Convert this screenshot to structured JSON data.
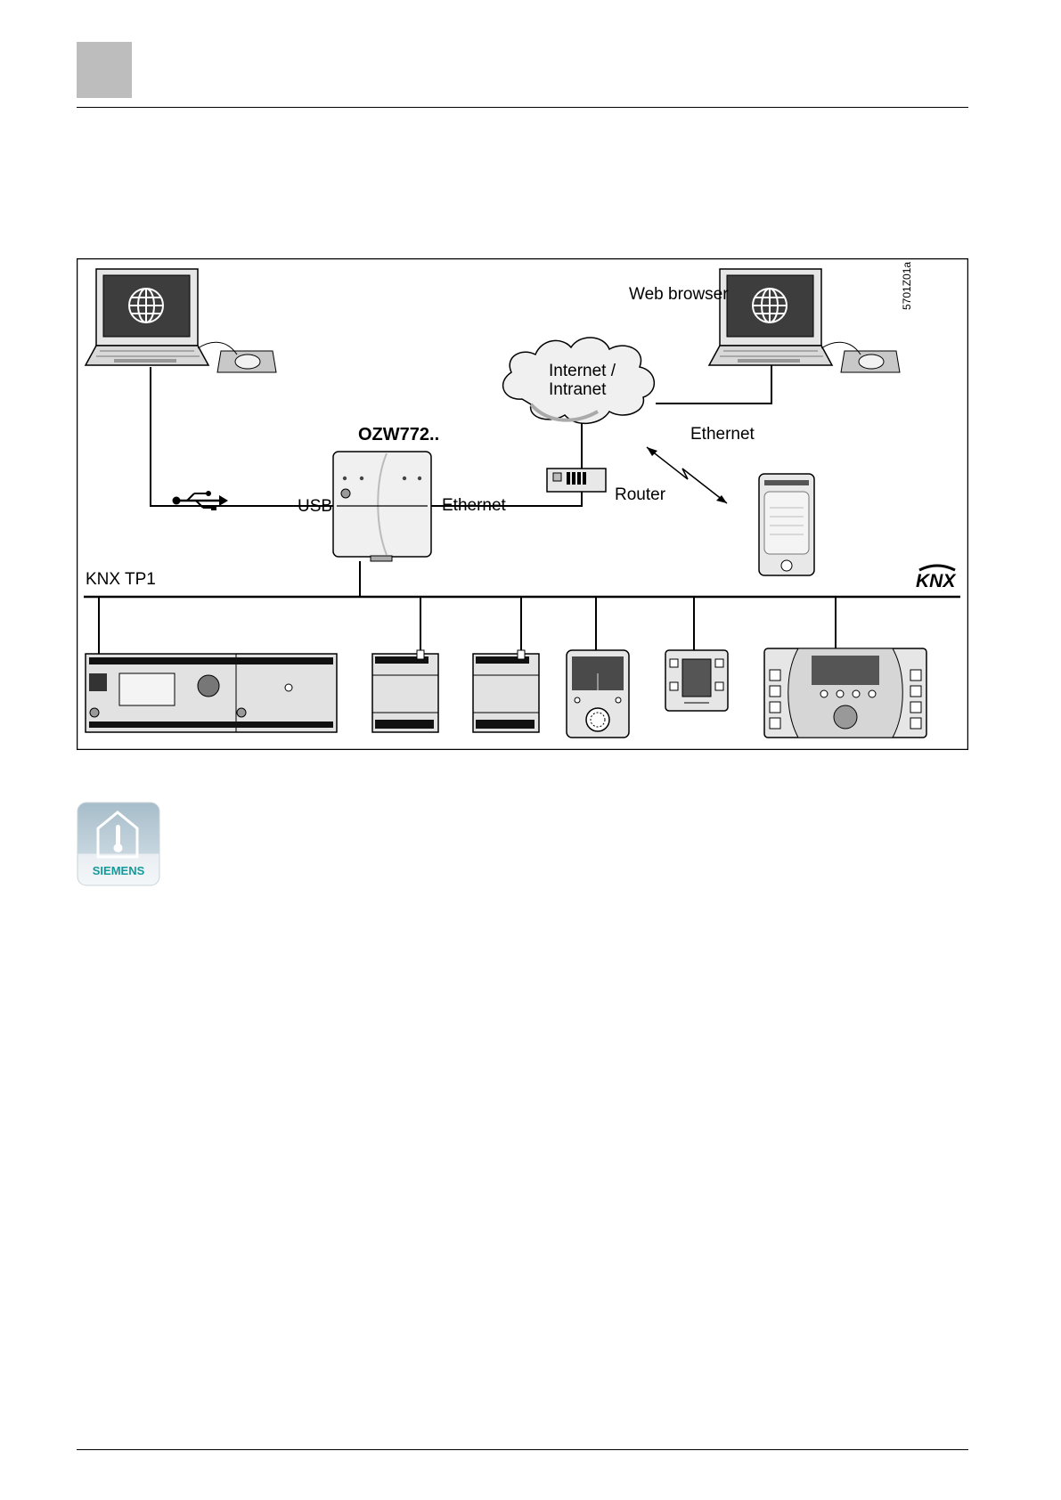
{
  "diagram": {
    "code": "5701Z01a",
    "labels": {
      "web_browser": "Web browser",
      "internet": "Internet /",
      "intranet": "Intranet",
      "ozw": "OZW772..",
      "usb": "USB",
      "ethernet_left": "Ethernet",
      "ethernet_right": "Ethernet",
      "router": "Router",
      "knx_bus": "KNX TP1",
      "knx_logo": "KNX"
    },
    "icons": [
      "globe-icon",
      "usb-icon",
      "mouse-icon",
      "wireless-link-icon"
    ]
  },
  "app_icon": {
    "brand": "SIEMENS",
    "colors": {
      "top": "#a7bdca",
      "bottom": "#e9eef2",
      "brand": "#159a9c"
    }
  }
}
